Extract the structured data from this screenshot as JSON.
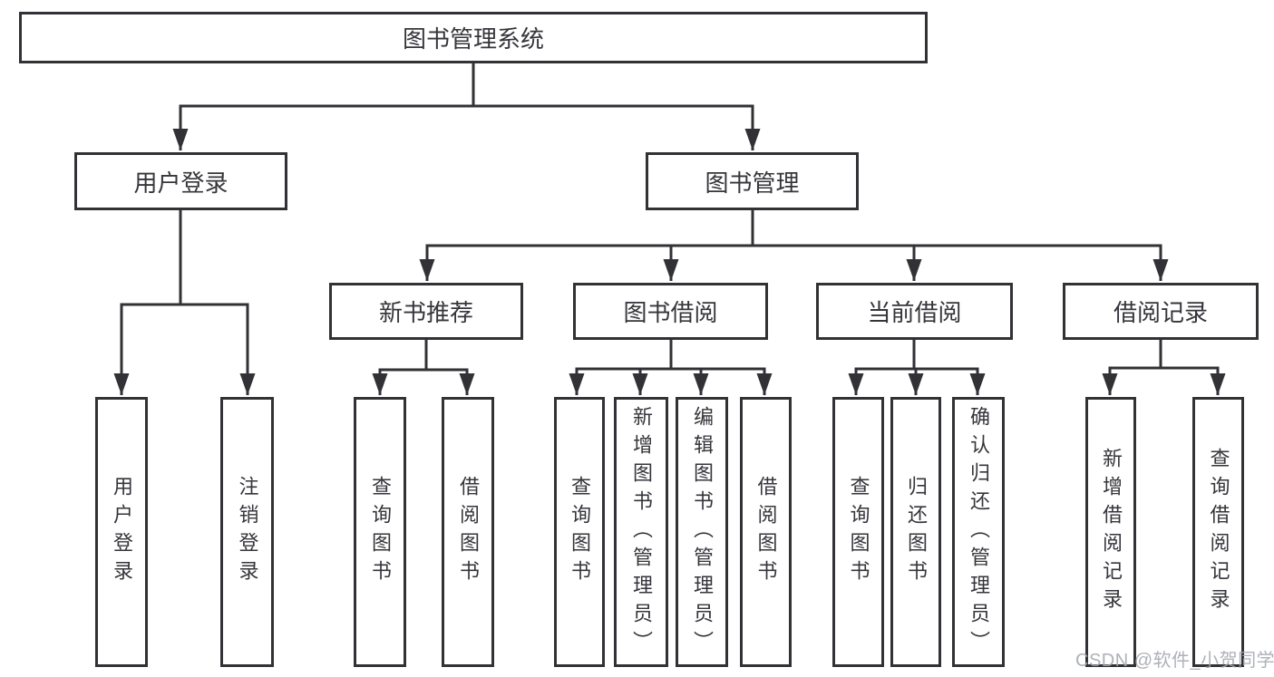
{
  "diagram": {
    "title": "图书管理系统",
    "watermark": "CSDN @软件_小贺同学",
    "colors": {
      "line": "#323236",
      "box_border": "#323236",
      "text": "#35353b",
      "watermark": "#a4a9b1",
      "background": "#ffffff"
    },
    "nodes": {
      "root": {
        "label": "图书管理系统"
      },
      "user_login": {
        "label": "用户登录",
        "parent": "root"
      },
      "book_mgmt": {
        "label": "图书管理",
        "parent": "root"
      },
      "new_book_rec": {
        "label": "新书推荐",
        "parent": "book_mgmt"
      },
      "book_borrow": {
        "label": "图书借阅",
        "parent": "book_mgmt"
      },
      "current_borrow": {
        "label": "当前借阅",
        "parent": "book_mgmt"
      },
      "borrow_records": {
        "label": "借阅记录",
        "parent": "book_mgmt"
      },
      "leaf_user_login": {
        "label": "用户登录",
        "parent": "user_login"
      },
      "leaf_logout": {
        "label": "注销登录",
        "parent": "user_login"
      },
      "leaf_query_book_rec": {
        "label": "查询图书",
        "parent": "new_book_rec"
      },
      "leaf_borrow_book_rec": {
        "label": "借阅图书",
        "parent": "new_book_rec"
      },
      "leaf_query_book_borrow": {
        "label": "查询图书",
        "parent": "book_borrow"
      },
      "leaf_add_book": {
        "label": "新增图书（管理员）",
        "parent": "book_borrow"
      },
      "leaf_edit_book": {
        "label": "编辑图书（管理员）",
        "parent": "book_borrow"
      },
      "leaf_borrow_book": {
        "label": "借阅图书",
        "parent": "book_borrow"
      },
      "leaf_query_book_current": {
        "label": "查询图书",
        "parent": "current_borrow"
      },
      "leaf_return_book": {
        "label": "归还图书",
        "parent": "current_borrow"
      },
      "leaf_confirm_return": {
        "label": "确认归还（管理员）",
        "parent": "current_borrow"
      },
      "leaf_add_record": {
        "label": "新增借阅记录",
        "parent": "borrow_records"
      },
      "leaf_query_record": {
        "label": "查询借阅记录",
        "parent": "borrow_records"
      }
    }
  }
}
